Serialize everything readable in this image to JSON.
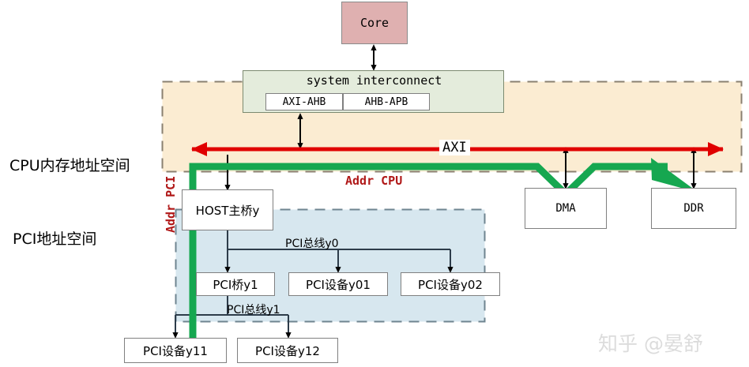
{
  "diagram": {
    "title": "CPU memory address space and PCI address space diagram",
    "colors": {
      "cpu_region_fill": "#fbecd2",
      "cpu_region_border": "#8a8070",
      "pci_region_fill": "#d7e7ef",
      "pci_region_border": "#6f8590",
      "axi_line": "#e00000",
      "addr_path": "#16a750",
      "core_fill": "#dfb0b0",
      "interconnect_fill": "#e4ecdc",
      "box_border": "#808080",
      "red_text": "#b01818",
      "watermark": "#dcdcdc"
    },
    "regions": {
      "cpu_space": {
        "label": "CPU内存地址空间"
      },
      "pci_space": {
        "label": "PCI地址空间"
      }
    },
    "boxes": {
      "core": "Core",
      "interconnect": "system interconnect",
      "axi_ahb": "AXI-AHB",
      "ahb_apb": "AHB-APB",
      "dma": "DMA",
      "ddr": "DDR",
      "host_bridge": "HOST主桥y",
      "pci_bridge_y1": "PCI桥y1",
      "pci_dev_y01": "PCI设备y01",
      "pci_dev_y02": "PCI设备y02",
      "pci_dev_y11": "PCI设备y11",
      "pci_dev_y12": "PCI设备y12"
    },
    "bus_labels": {
      "axi": "AXI",
      "addr_cpu": "Addr CPU",
      "addr_pci": "Addr PCI",
      "pci_bus_y0": "PCI总线y0",
      "pci_bus_y1": "PCI总线y1"
    },
    "watermark": "知乎 @晏舒"
  }
}
